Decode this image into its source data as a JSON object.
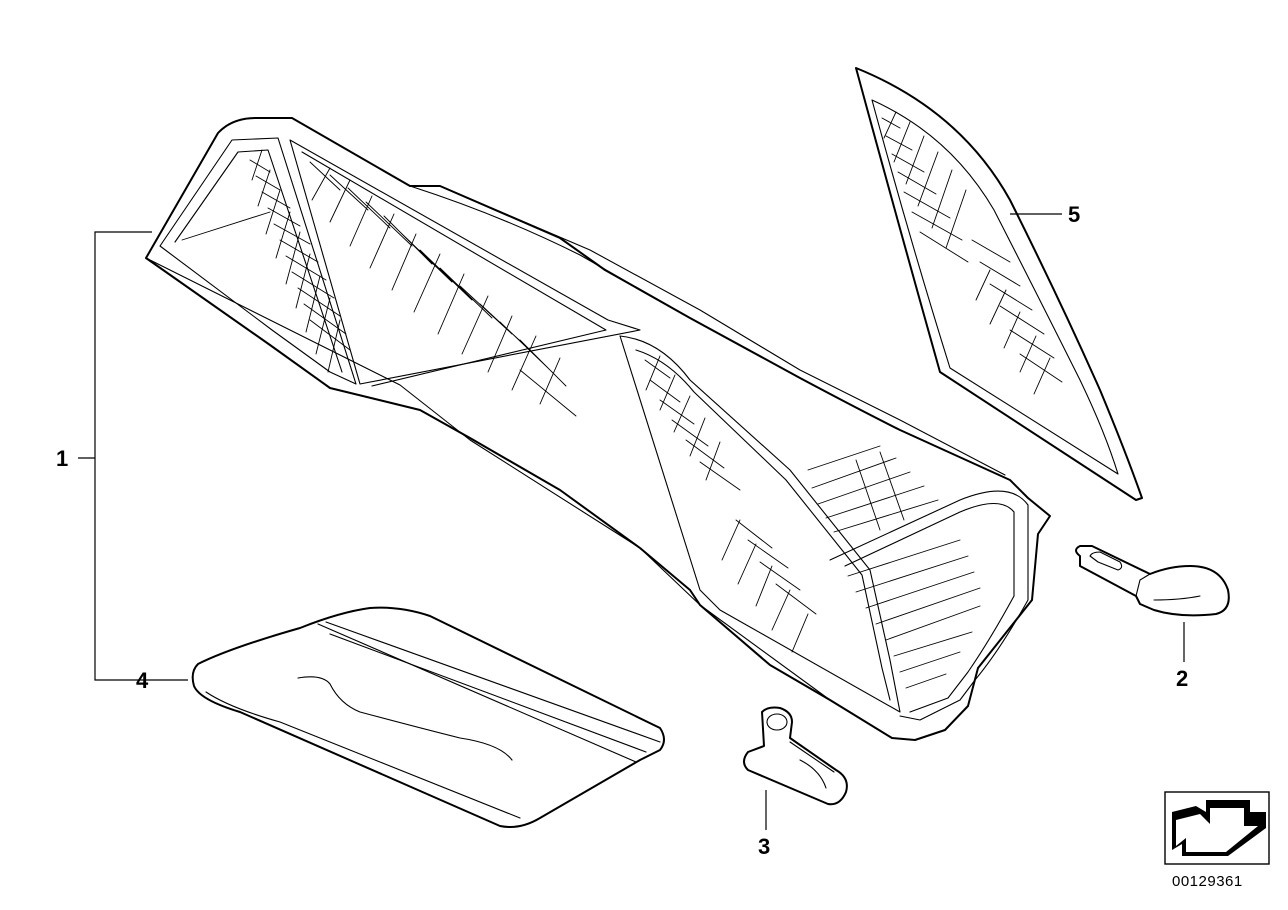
{
  "callouts": {
    "c1": "1",
    "c2": "2",
    "c3": "3",
    "c4": "4",
    "c5": "5"
  },
  "reference_number": "00129361",
  "icons": {
    "orientation": "arrow-orientation-icon"
  }
}
